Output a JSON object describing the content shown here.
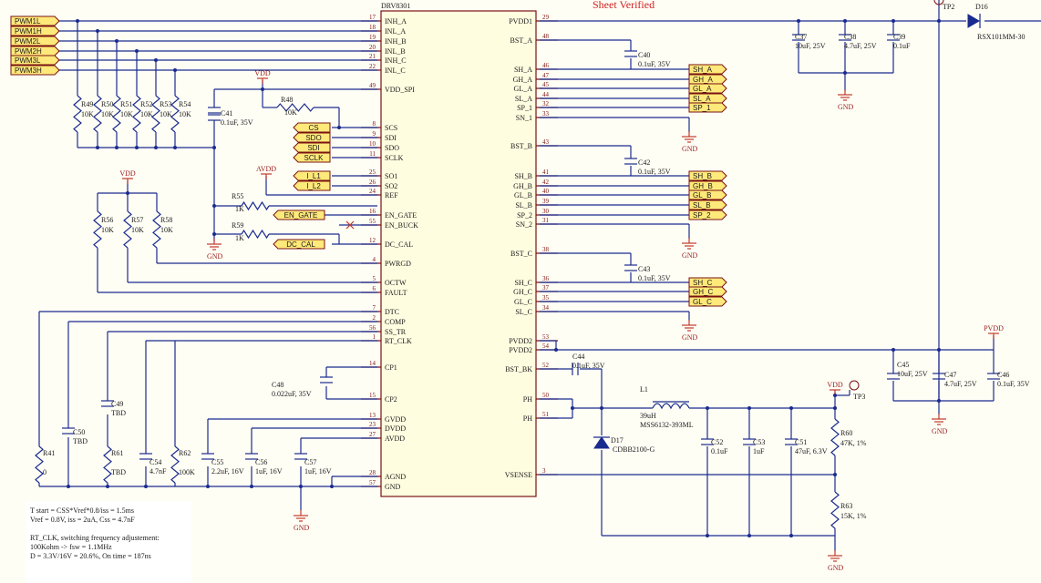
{
  "title": "Sheet Verified",
  "ic": {
    "name": "DRV8301",
    "left_pins": [
      {
        "name": "INH_A",
        "num": "17"
      },
      {
        "name": "INL_A",
        "num": "18"
      },
      {
        "name": "INH_B",
        "num": "19"
      },
      {
        "name": "INL_B",
        "num": "20"
      },
      {
        "name": "INH_C",
        "num": "21"
      },
      {
        "name": "INL_C",
        "num": "22"
      },
      {
        "name": "VDD_SPI",
        "num": "49"
      },
      {
        "name": "SCS",
        "num": "8"
      },
      {
        "name": "SDI",
        "num": "9"
      },
      {
        "name": "SDO",
        "num": "10"
      },
      {
        "name": "SCLK",
        "num": "11"
      },
      {
        "name": "SO1",
        "num": "25"
      },
      {
        "name": "SO2",
        "num": "26"
      },
      {
        "name": "REF",
        "num": "24"
      },
      {
        "name": "EN_GATE",
        "num": "16"
      },
      {
        "name": "EN_BUCK",
        "num": "55"
      },
      {
        "name": "DC_CAL",
        "num": "12"
      },
      {
        "name": "PWRGD",
        "num": "4"
      },
      {
        "name": "OCTW",
        "num": "5"
      },
      {
        "name": "FAULT",
        "num": "6"
      },
      {
        "name": "DTC",
        "num": "7"
      },
      {
        "name": "COMP",
        "num": "2"
      },
      {
        "name": "SS_TR",
        "num": "56"
      },
      {
        "name": "RT_CLK",
        "num": "1"
      },
      {
        "name": "CP1",
        "num": "14"
      },
      {
        "name": "CP2",
        "num": "15"
      },
      {
        "name": "GVDD",
        "num": "13"
      },
      {
        "name": "DVDD",
        "num": "23"
      },
      {
        "name": "AVDD",
        "num": "27"
      },
      {
        "name": "AGND",
        "num": "28"
      },
      {
        "name": "GND",
        "num": "57"
      }
    ],
    "right_pins": [
      {
        "name": "PVDD1",
        "num": "29"
      },
      {
        "name": "BST_A",
        "num": "48"
      },
      {
        "name": "SH_A",
        "num": "46"
      },
      {
        "name": "GH_A",
        "num": "47"
      },
      {
        "name": "GL_A",
        "num": "45"
      },
      {
        "name": "SL_A",
        "num": "44"
      },
      {
        "name": "SP_1",
        "num": "32"
      },
      {
        "name": "SN_1",
        "num": "33"
      },
      {
        "name": "BST_B",
        "num": "43"
      },
      {
        "name": "SH_B",
        "num": "41"
      },
      {
        "name": "GH_B",
        "num": "42"
      },
      {
        "name": "GL_B",
        "num": "40"
      },
      {
        "name": "SL_B",
        "num": "39"
      },
      {
        "name": "SP_2",
        "num": "30"
      },
      {
        "name": "SN_2",
        "num": "31"
      },
      {
        "name": "BST_C",
        "num": "38"
      },
      {
        "name": "SH_C",
        "num": "36"
      },
      {
        "name": "GH_C",
        "num": "37"
      },
      {
        "name": "GL_C",
        "num": "35"
      },
      {
        "name": "SL_C",
        "num": "34"
      },
      {
        "name": "PVDD2",
        "num": "53"
      },
      {
        "name": "PVDD2",
        "num": "54"
      },
      {
        "name": "BST_BK",
        "num": "52"
      },
      {
        "name": "PH",
        "num": "50"
      },
      {
        "name": "PH",
        "num": "51"
      },
      {
        "name": "VSENSE",
        "num": "3"
      }
    ]
  },
  "ports_left": [
    "PWM1L",
    "PWM1H",
    "PWM2L",
    "PWM2H",
    "PWM3L",
    "PWM3H"
  ],
  "ports_mid": [
    "CS",
    "SDO",
    "SDI",
    "SCLK",
    "I_L1",
    "I_L2",
    "EN_GATE",
    "DC_CAL"
  ],
  "ports_right": [
    "SH_A",
    "GH_A",
    "GL_A",
    "SL_A",
    "SP_1",
    "SH_B",
    "GH_B",
    "GL_B",
    "SL_B",
    "SP_2",
    "SH_C",
    "GH_C",
    "GL_C"
  ],
  "resistors": [
    {
      "ref": "R49",
      "val": "10K"
    },
    {
      "ref": "R50",
      "val": "10K"
    },
    {
      "ref": "R51",
      "val": "10K"
    },
    {
      "ref": "R52",
      "val": "10K"
    },
    {
      "ref": "R53",
      "val": "10K"
    },
    {
      "ref": "R54",
      "val": "10K"
    },
    {
      "ref": "R48",
      "val": "10K"
    },
    {
      "ref": "R55",
      "val": "1K"
    },
    {
      "ref": "R59",
      "val": "1K"
    },
    {
      "ref": "R56",
      "val": "10K"
    },
    {
      "ref": "R57",
      "val": "10K"
    },
    {
      "ref": "R58",
      "val": "10K"
    },
    {
      "ref": "R41",
      "val": "0"
    },
    {
      "ref": "R61",
      "val": "TBD"
    },
    {
      "ref": "R62",
      "val": "100K"
    },
    {
      "ref": "R60",
      "val": "47K, 1%"
    },
    {
      "ref": "R63",
      "val": "15K, 1%"
    }
  ],
  "capacitors": [
    {
      "ref": "C41",
      "val": "0.1uF, 35V"
    },
    {
      "ref": "C40",
      "val": "0.1uF, 35V"
    },
    {
      "ref": "C42",
      "val": "0.1uF, 35V"
    },
    {
      "ref": "C43",
      "val": "0.1uF, 35V"
    },
    {
      "ref": "C37",
      "val": "10uF, 25V"
    },
    {
      "ref": "C38",
      "val": "4.7uF, 25V"
    },
    {
      "ref": "C39",
      "val": "0.1uF"
    },
    {
      "ref": "C48",
      "val": "0.022uF, 35V"
    },
    {
      "ref": "C49",
      "val": "TBD"
    },
    {
      "ref": "C50",
      "val": "TBD"
    },
    {
      "ref": "C54",
      "val": "4.7nF"
    },
    {
      "ref": "C55",
      "val": "2.2uF, 16V"
    },
    {
      "ref": "C56",
      "val": "1uF, 16V"
    },
    {
      "ref": "C57",
      "val": "1uF, 16V"
    },
    {
      "ref": "C44",
      "val": "0.1uF, 35V"
    },
    {
      "ref": "C52",
      "val": "0.1uF"
    },
    {
      "ref": "C53",
      "val": "1uF"
    },
    {
      "ref": "C51",
      "val": "47uF, 6.3V"
    },
    {
      "ref": "C45",
      "val": "10uF, 25V"
    },
    {
      "ref": "C47",
      "val": "4.7uF, 25V"
    },
    {
      "ref": "C46",
      "val": "0.1uF, 35V"
    }
  ],
  "inductor": {
    "ref": "L1",
    "val": "39uH",
    "part": "MSS6132-393ML"
  },
  "diodes": [
    {
      "ref": "D16",
      "part": "RSX101MM-30"
    },
    {
      "ref": "D17",
      "part": "CDBB2100-G"
    }
  ],
  "testpoints": [
    "TP2",
    "TP3"
  ],
  "power": {
    "vdd": "VDD",
    "avdd": "AVDD",
    "pvdd": "PVDD",
    "gnd": "GND"
  },
  "notes": [
    "T start = CSS*Vref*0.8/iss = 1.5ms",
    "Vref = 0.8V, iss = 2uA, Css = 4.7nF",
    "",
    "RT_CLK, switching frequency adjustement:",
    "100Kohm -> fsw = 1.1MHz",
    "D = 3.3V/16V = 20.6%, On time = 187ns"
  ]
}
